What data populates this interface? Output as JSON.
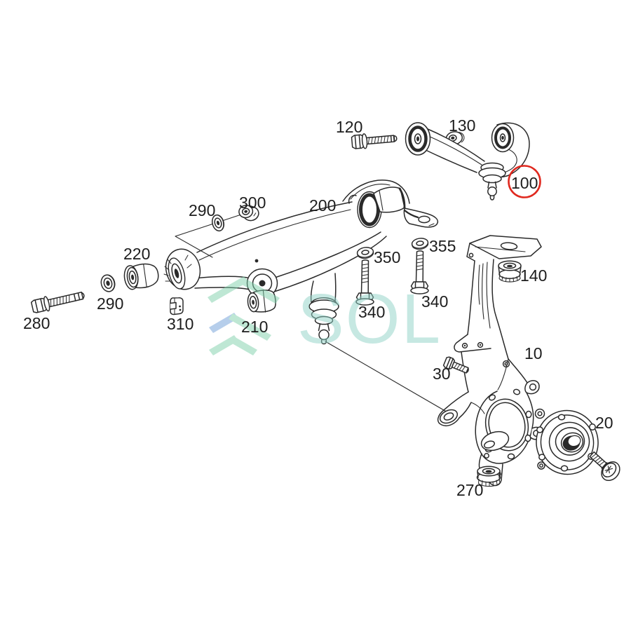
{
  "page": {
    "background_color": "#ffffff"
  },
  "diagram": {
    "type": "exploded-parts-diagram",
    "line_color": "#2a2a2a",
    "highlight": {
      "part_number": "100",
      "circle_color": "#e0281e"
    }
  },
  "watermark": {
    "text": "SOL",
    "text_color": "#8fd2c6",
    "logo_teal": "#7fd1ab",
    "logo_blue": "#6f9fd8"
  },
  "labels": [
    {
      "text": "120"
    },
    {
      "text": "130"
    },
    {
      "text": "100"
    },
    {
      "text": "290"
    },
    {
      "text": "300"
    },
    {
      "text": "200"
    },
    {
      "text": "220"
    },
    {
      "text": "290"
    },
    {
      "text": "280"
    },
    {
      "text": "310"
    },
    {
      "text": "210"
    },
    {
      "text": "350"
    },
    {
      "text": "355"
    },
    {
      "text": "340"
    },
    {
      "text": "340"
    },
    {
      "text": "140"
    },
    {
      "text": "10"
    },
    {
      "text": "30"
    },
    {
      "text": "20"
    },
    {
      "text": "270"
    }
  ]
}
